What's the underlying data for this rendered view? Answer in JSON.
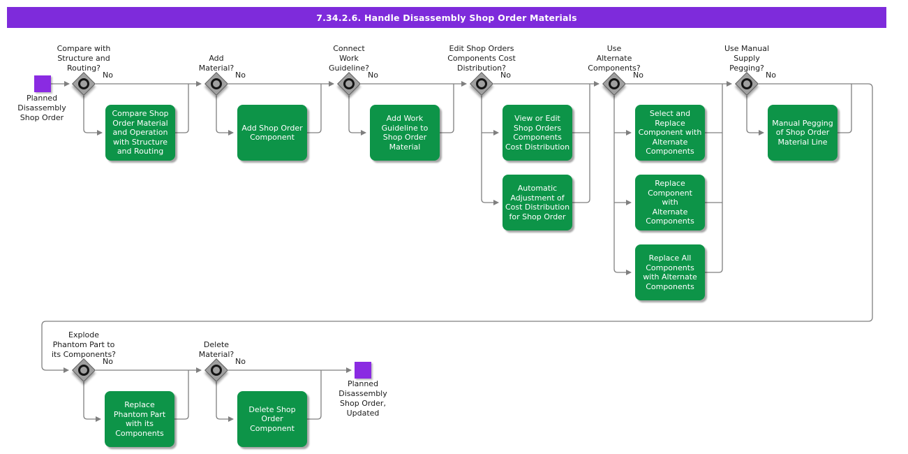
{
  "title": "7.34.2.6. Handle Disassembly Shop Order Materials",
  "labels": {
    "no": "No"
  },
  "colors": {
    "title_bar": "#7E2BDB",
    "title_text": "#FFFFFF",
    "event_node": "#8A2BE2",
    "task_fill": "#0D9448",
    "task_text": "#FFFFFF",
    "connector": "#7F7F7F",
    "diamond_fill": "#A0A0A0",
    "diamond_border": "#5F5F5F",
    "label_text": "#1A1A1A"
  },
  "start_node": {
    "label": "Planned\nDisassembly\nShop Order"
  },
  "end_node": {
    "label": "Planned\nDisassembly\nShop Order,\nUpdated"
  },
  "decisions": [
    {
      "question": "Compare with\nStructure and\nRouting?"
    },
    {
      "question": "Add\nMaterial?"
    },
    {
      "question": "Connect\nWork\nGuideline?"
    },
    {
      "question": "Edit Shop Orders\nComponents Cost\nDistribution?"
    },
    {
      "question": "Use\nAlternate\nComponents?"
    },
    {
      "question": "Use Manual\nSupply\nPegging?"
    },
    {
      "question": "Explode\nPhantom Part to\nits Components?"
    },
    {
      "question": "Delete\nMaterial?"
    }
  ],
  "tasks": [
    {
      "label": "Compare Shop\nOrder Material\nand Operation\nwith Structure\nand Routing"
    },
    {
      "label": "Add Shop Order\nComponent"
    },
    {
      "label": "Add Work\nGuideline to\nShop Order\nMaterial"
    },
    {
      "label": "View or Edit\nShop Orders\nComponents\nCost Distribution"
    },
    {
      "label": "Automatic\nAdjustment of\nCost Distribution\nfor Shop Order"
    },
    {
      "label": "Select and\nReplace\nComponent with\nAlternate\nComponents"
    },
    {
      "label": "Replace\nComponent\nwith\nAlternate\nComponents"
    },
    {
      "label": "Replace All\nComponents\nwith Alternate\nComponents"
    },
    {
      "label": "Manual Pegging\nof Shop Order\nMaterial Line"
    },
    {
      "label": "Replace\nPhantom Part\nwith its\nComponents"
    },
    {
      "label": "Delete Shop\nOrder\nComponent"
    }
  ]
}
